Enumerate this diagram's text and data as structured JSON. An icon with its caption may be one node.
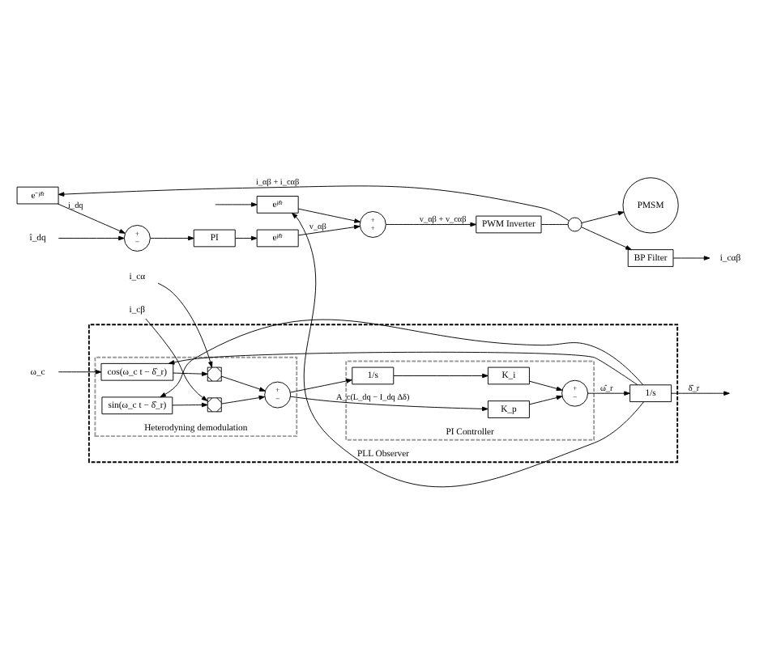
{
  "diagram": {
    "nodes": [
      {
        "text": [
          "eʲᵟ̂ʳ"
        ]
      },
      {
        "text": [
          "î_dq"
        ]
      },
      {
        "text": [
          "+",
          "−"
        ]
      },
      {
        "text": [
          "PI"
        ]
      },
      {
        "text": [
          "eʲᵟ̂ʳ"
        ]
      },
      {
        "text": [
          "+",
          "+"
        ]
      },
      {
        "text": [
          "PWM Inverter"
        ]
      },
      {
        "text": [],
        "shape": "circle"
      },
      {
        "text": [
          "PMSM"
        ]
      },
      {
        "text": [
          "e⁻ʲᵟ̂ʳ"
        ]
      },
      {
        "text": [
          "BP Filter"
        ]
      },
      {
        "text": [
          "i_cαβ"
        ]
      },
      {
        "text": [
          "PLL Observer"
        ]
      },
      {
        "text": [
          "Heterodyning demodulation"
        ],
        "in": 12
      },
      {
        "text": [
          "PI Controller"
        ],
        "in": 12
      },
      {
        "text": [
          "i_cα"
        ]
      },
      {
        "text": [
          "i_cβ"
        ]
      },
      {
        "text": [
          "ω_c"
        ]
      },
      {
        "text": [],
        "shape": "box",
        "in": 13
      },
      {
        "text": [],
        "shape": "box",
        "in": 13
      },
      {
        "text": [
          "cos(ω_c t − δ̂_r)"
        ],
        "in": 13
      },
      {
        "text": [
          "sin(ω_c t − δ̂_r)"
        ],
        "in": 13
      },
      {
        "text": [
          "+",
          "−"
        ],
        "in": 13
      },
      {
        "text": [
          "K_p"
        ],
        "in": 14
      },
      {
        "text": [
          "1/s"
        ],
        "in": 14
      },
      {
        "text": [
          "K_i"
        ],
        "in": 14
      },
      {
        "text": [
          "+",
          "−"
        ],
        "in": 14
      },
      {
        "text": [
          "1/s"
        ],
        "in": 12
      }
    ],
    "edges": [
      {
        "from": null,
        "to": 0,
        "arrow": "to"
      },
      {
        "from": 0,
        "to": 5,
        "arrow": "to"
      },
      {
        "from": 1,
        "to": 2,
        "arrow": "to"
      },
      {
        "from": 2,
        "to": 3,
        "arrow": "to"
      },
      {
        "from": 3,
        "to": 4,
        "arrow": "to"
      },
      {
        "from": 4,
        "to": 5,
        "arrow": "to",
        "label": "v_αβ"
      },
      {
        "from": 5,
        "to": 6,
        "arrow": "to",
        "label": "v_αβ + v_cαβ"
      },
      {
        "from": 6,
        "to": 7,
        "arrow": "none"
      },
      {
        "from": 7,
        "to": 8,
        "arrow": "to"
      },
      {
        "from": 7,
        "to": 9,
        "arrow": "to",
        "label": "i_αβ + i_cαβ"
      },
      {
        "from": 9,
        "to": 2,
        "arrow": "to",
        "label": "i_dq"
      },
      {
        "from": 7,
        "to": 10,
        "arrow": "to"
      },
      {
        "from": 10,
        "to": 11,
        "arrow": "to"
      },
      {
        "from": 15,
        "to": 18,
        "arrow": "to"
      },
      {
        "from": 16,
        "to": 19,
        "arrow": "to"
      },
      {
        "from": 17,
        "to": 20,
        "arrow": "to"
      },
      {
        "from": 20,
        "to": 18,
        "arrow": "to"
      },
      {
        "from": 21,
        "to": 19,
        "arrow": "to"
      },
      {
        "from": 18,
        "to": 22,
        "arrow": "to"
      },
      {
        "from": 19,
        "to": 22,
        "arrow": "to"
      },
      {
        "from": 22,
        "to": 23,
        "arrow": "to",
        "label": "A_c(L_dq − I_dq Δδ)"
      },
      {
        "from": 22,
        "to": 24,
        "arrow": "to"
      },
      {
        "from": 24,
        "to": 25,
        "arrow": "to"
      },
      {
        "from": 23,
        "to": 26,
        "arrow": "to"
      },
      {
        "from": 25,
        "to": 26,
        "arrow": "to"
      },
      {
        "from": 26,
        "to": 27,
        "arrow": "to",
        "label": "ω̂_r"
      },
      {
        "from": 27,
        "to": null,
        "arrow": "to",
        "label": "δ̂_r"
      },
      {
        "from": 27,
        "to": 20,
        "arrow": "to"
      },
      {
        "from": 27,
        "to": 21,
        "arrow": "to"
      },
      {
        "from": 27,
        "to": 0,
        "arrow": "to"
      }
    ]
  }
}
